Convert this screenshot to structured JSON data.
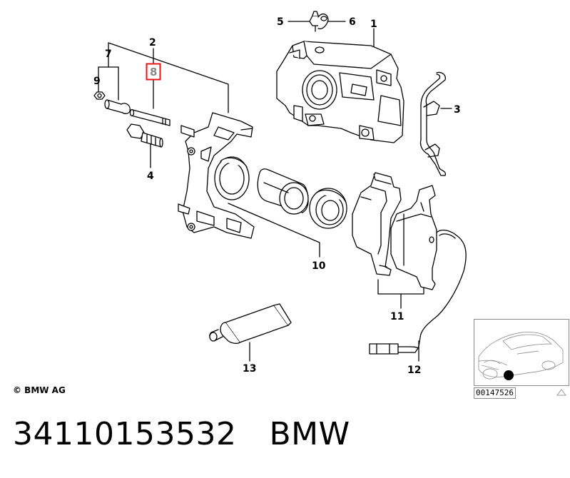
{
  "callouts": {
    "c1": "1",
    "c2": "2",
    "c3": "3",
    "c4": "4",
    "c5": "5",
    "c6": "6",
    "c7": "7",
    "c8": "8",
    "c9": "9",
    "c10": "10",
    "c11": "11",
    "c12": "12",
    "c13": "13"
  },
  "highlight_color": "#e8141b",
  "copyright": "© BMW AG",
  "thumbnail": {
    "id": "00147526"
  },
  "footer": {
    "part_number": "34110153532",
    "brand": "BMW"
  }
}
